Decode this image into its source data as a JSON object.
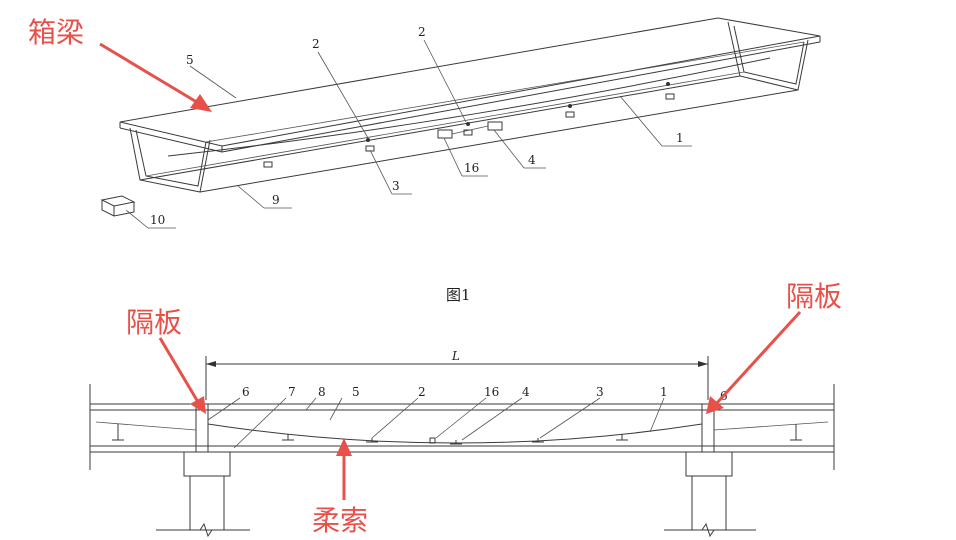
{
  "figure1": {
    "caption": "图1",
    "labels": {
      "n1": "1",
      "n2a": "2",
      "n2b": "2",
      "n3": "3",
      "n4": "4",
      "n5": "5",
      "n9": "9",
      "n10": "10",
      "n16": "16"
    }
  },
  "figure2": {
    "span_label": "L",
    "labels": {
      "n6": "6",
      "n7": "7",
      "n8": "8",
      "n5": "5",
      "n2": "2",
      "n16": "16",
      "n4": "4",
      "n3": "3",
      "n1": "1",
      "n6r": "6"
    }
  },
  "annotations": {
    "box_girder": "箱梁",
    "diaphragm_left": "隔板",
    "diaphragm_right": "隔板",
    "flexible_cable": "柔索"
  },
  "colors": {
    "annotation": "#e8504a",
    "drawing": "#3a3a3a"
  }
}
